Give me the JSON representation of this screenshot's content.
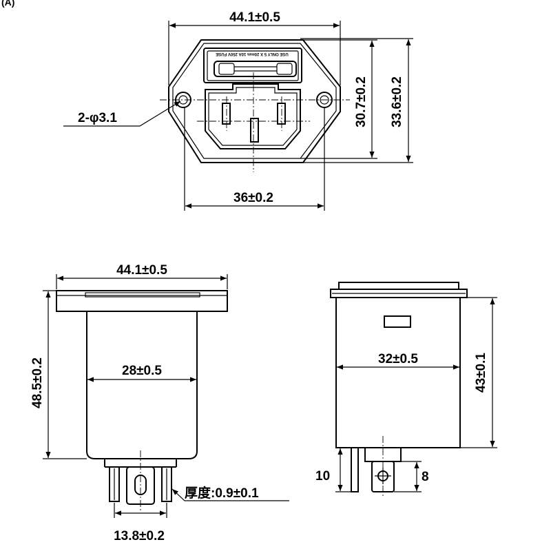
{
  "top_view": {
    "dim_width": "44.1±0.5",
    "dim_height_inner": "30.7±0.2",
    "dim_height_outer": "33.6±0.2",
    "dim_hole_spacing": "36±0.2",
    "dim_holes": "2-φ3.1",
    "fuse_label": "USE ONLY 5 X 20mm 10A 250V FUSE"
  },
  "front_view": {
    "dim_width": "44.1±0.5",
    "dim_body": "28±0.5",
    "dim_height": "48.5±0.2",
    "dim_pins": "13.8±0.2",
    "thickness": "厚度:0.9±0.1"
  },
  "side_view": {
    "dim_body": "32±0.5",
    "dim_height": "43±0.1",
    "dim_pin_long": "10",
    "dim_pin_short": "8"
  },
  "corner_mark": "(A)"
}
